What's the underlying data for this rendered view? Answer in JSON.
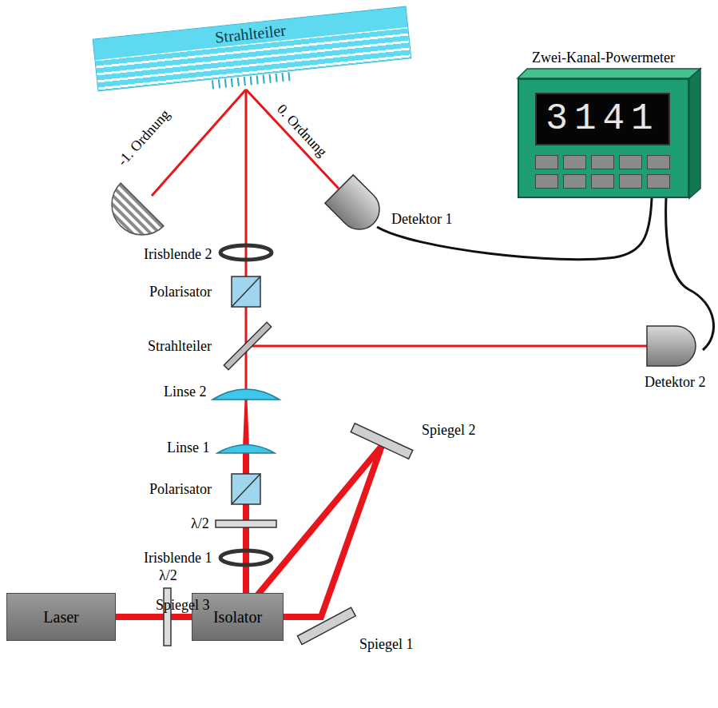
{
  "diagram": {
    "nodes": [
      {
        "text": [
          "Strahlteiler"
        ]
      },
      {
        "text": [
          "Zwei-Kanal-Powermeter",
          "3141"
        ]
      },
      {
        "text": [
          "Laser"
        ]
      },
      {
        "text": [
          "Isolator"
        ]
      }
    ],
    "edges": [
      {
        "from": 2,
        "to": 3,
        "arrow": "none"
      }
    ],
    "labels": [
      "-1. Ordnung",
      "0. Ordnung",
      "Detektor 1",
      "Irisblende 2",
      "Polarisator",
      "Strahlteiler",
      "Detektor 2",
      "Linse 2",
      "Spiegel 2",
      "Linse 1",
      "Polarisator",
      "λ/2",
      "Irisblende 1",
      "Spiegel 3",
      "λ/2",
      "Spiegel 1"
    ]
  }
}
